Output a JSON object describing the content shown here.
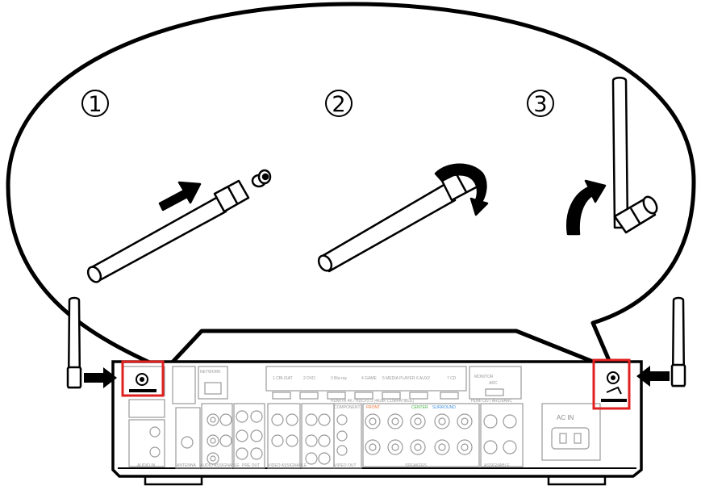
{
  "steps": [
    {
      "number": "1"
    },
    {
      "number": "2"
    },
    {
      "number": "3"
    }
  ],
  "receiver_labels": {
    "hdmi_inputs": [
      "1 CBL/SAT",
      "2 DVD",
      "3 Blu-ray",
      "4 GAME",
      "5 MEDIA PLAYER",
      "6 AUX2",
      "7 CD"
    ],
    "monitor": "MONITOR",
    "monitor_sub": "ARC",
    "hdmi_out": "HDMI OUT ARC/eARC",
    "hdmi_in": "HDMI IN  4K / HDCP2.3 (4K/8K COMPATIBLE)",
    "antenna": "ANTENNA",
    "audio_in": "AUDIO IN",
    "audio_assignable": "AUDIO ASSIGNABLE",
    "pre_out": "PRE OUT",
    "video_assignable": "VIDEO ASSIGNABLE",
    "video_out": "VIDEO OUT",
    "component": "COMPONENT",
    "speakers": "SPEAKERS",
    "assignable": "ASSIGNABLE",
    "ac_in": "AC IN",
    "front": "FRONT",
    "center": "CENTER",
    "surround": "SURROUND",
    "network": "NETWORK"
  },
  "colors": {
    "highlight": "#e02020",
    "line": "#000000",
    "receiver_detail": "#9a9a9a",
    "front_label": "#f07030",
    "center_label": "#40b040",
    "surround_label": "#4090e0"
  }
}
